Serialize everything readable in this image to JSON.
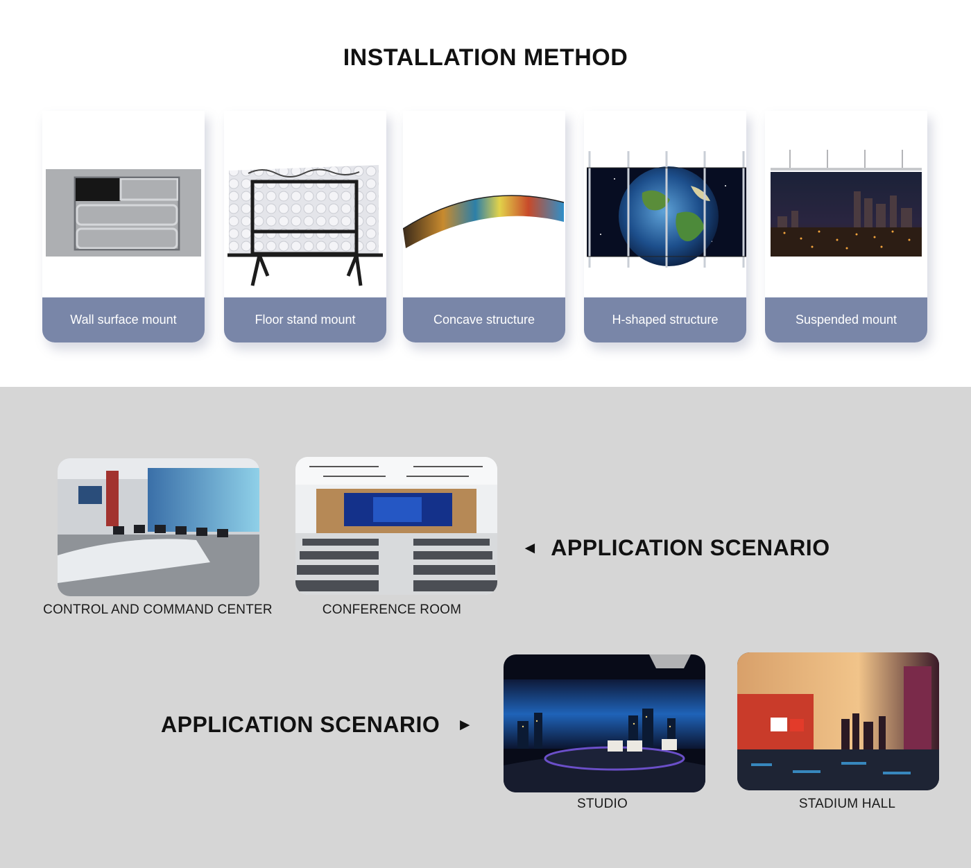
{
  "installation": {
    "title": "INSTALLATION METHOD",
    "methods": [
      {
        "label": "Wall surface mount",
        "icon": "wall-mount-frame-image"
      },
      {
        "label": "Floor stand mount",
        "icon": "floor-stand-image"
      },
      {
        "label": "Concave structure",
        "icon": "curved-screen-image"
      },
      {
        "label": "H-shaped structure",
        "icon": "earth-screen-image"
      },
      {
        "label": "Suspended mount",
        "icon": "city-night-screen-image"
      }
    ],
    "colors": {
      "label_bg": "#7986a8",
      "label_text": "#ffffff"
    }
  },
  "application": {
    "heading_left_arrow": "◄",
    "heading_right_arrow": "►",
    "heading_top": "APPLICATION SCENARIO",
    "heading_bottom": "APPLICATION SCENARIO",
    "scenes": [
      {
        "caption": "CONTROL AND COMMAND CENTER"
      },
      {
        "caption": "CONFERENCE ROOM"
      },
      {
        "caption": "STUDIO"
      },
      {
        "caption": "STADIUM HALL"
      }
    ],
    "colors": {
      "background": "#d6d6d6"
    }
  }
}
